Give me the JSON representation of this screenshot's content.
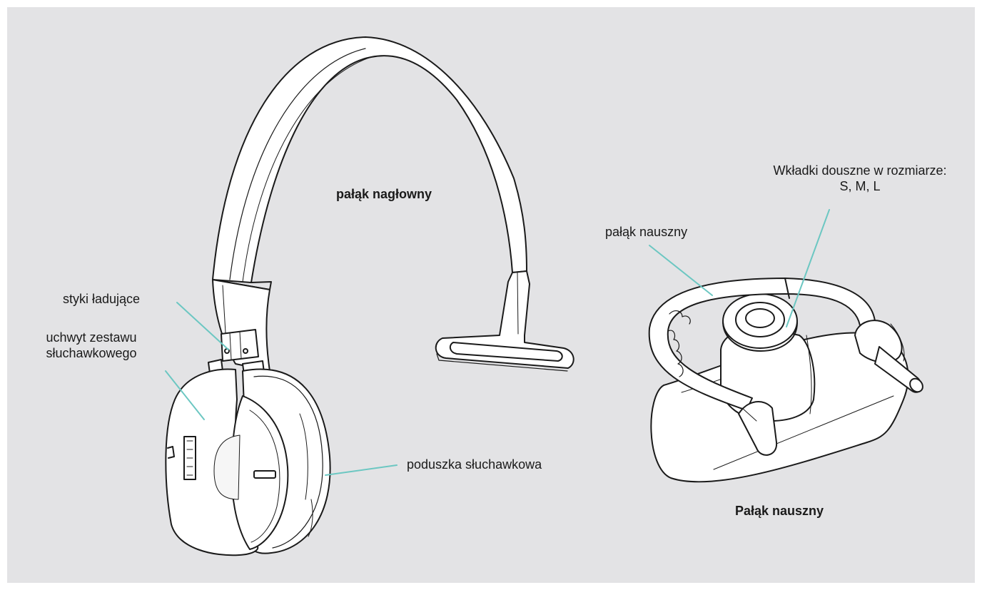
{
  "colors": {
    "background": "#e3e3e5",
    "device_fill": "#ffffff",
    "outline": "#1a1a1a",
    "leader_line": "#6cc7c2"
  },
  "headset": {
    "title": "pałąk nagłowny",
    "labels": {
      "charging_contacts": "styki ładujące",
      "holder_line1": "uchwyt zestawu",
      "holder_line2": "słuchawkowego",
      "ear_cushion": "poduszka słuchawkowa"
    }
  },
  "earhook": {
    "title": "Pałąk nauszny",
    "labels": {
      "ear_adapters_line1": "Wkładki douszne w rozmiarze:",
      "ear_adapters_line2": "S, M, L",
      "ear_hook": "pałąk nauszny"
    }
  }
}
